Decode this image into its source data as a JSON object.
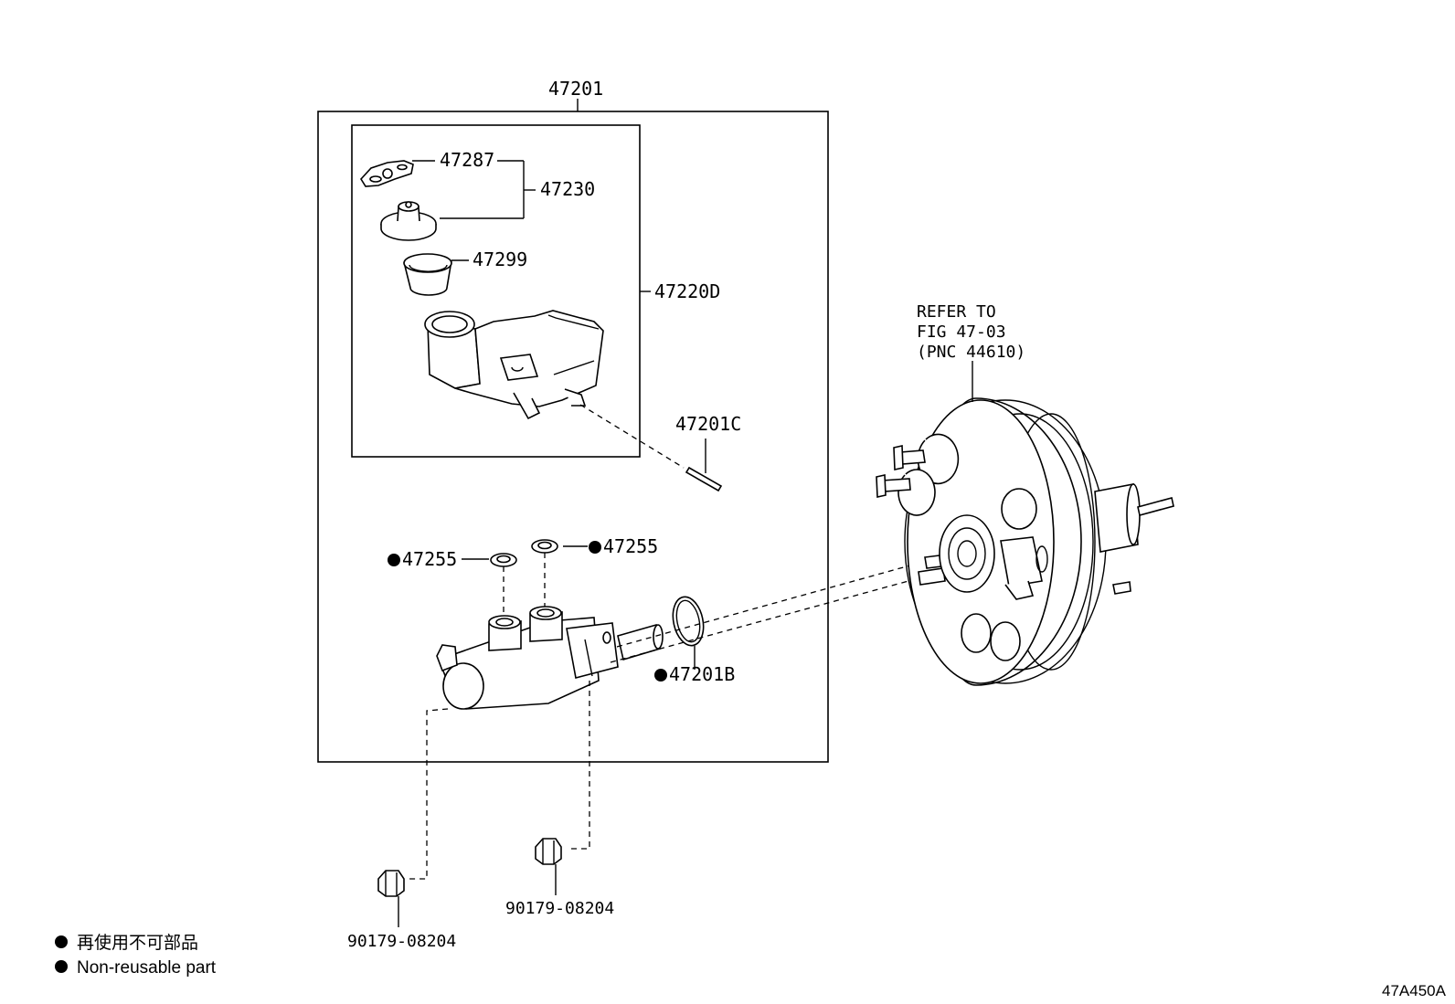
{
  "diagram_code": "47A450A",
  "labels": {
    "assembly": "47201",
    "plate": "47287",
    "cap_sub": "47230",
    "strainer": "47299",
    "reservoir_sub": "47220D",
    "pin": "47201C",
    "grommet_left": "47255",
    "grommet_right": "47255",
    "oring": "47201B",
    "nut_right": "90179-08204",
    "nut_left": "90179-08204"
  },
  "refer": {
    "line1": "REFER TO",
    "line2": "FIG 47-03",
    "line3": "(PNC 44610)"
  },
  "legend": {
    "jp": "再使用不可部品",
    "en": "Non-reusable part"
  }
}
